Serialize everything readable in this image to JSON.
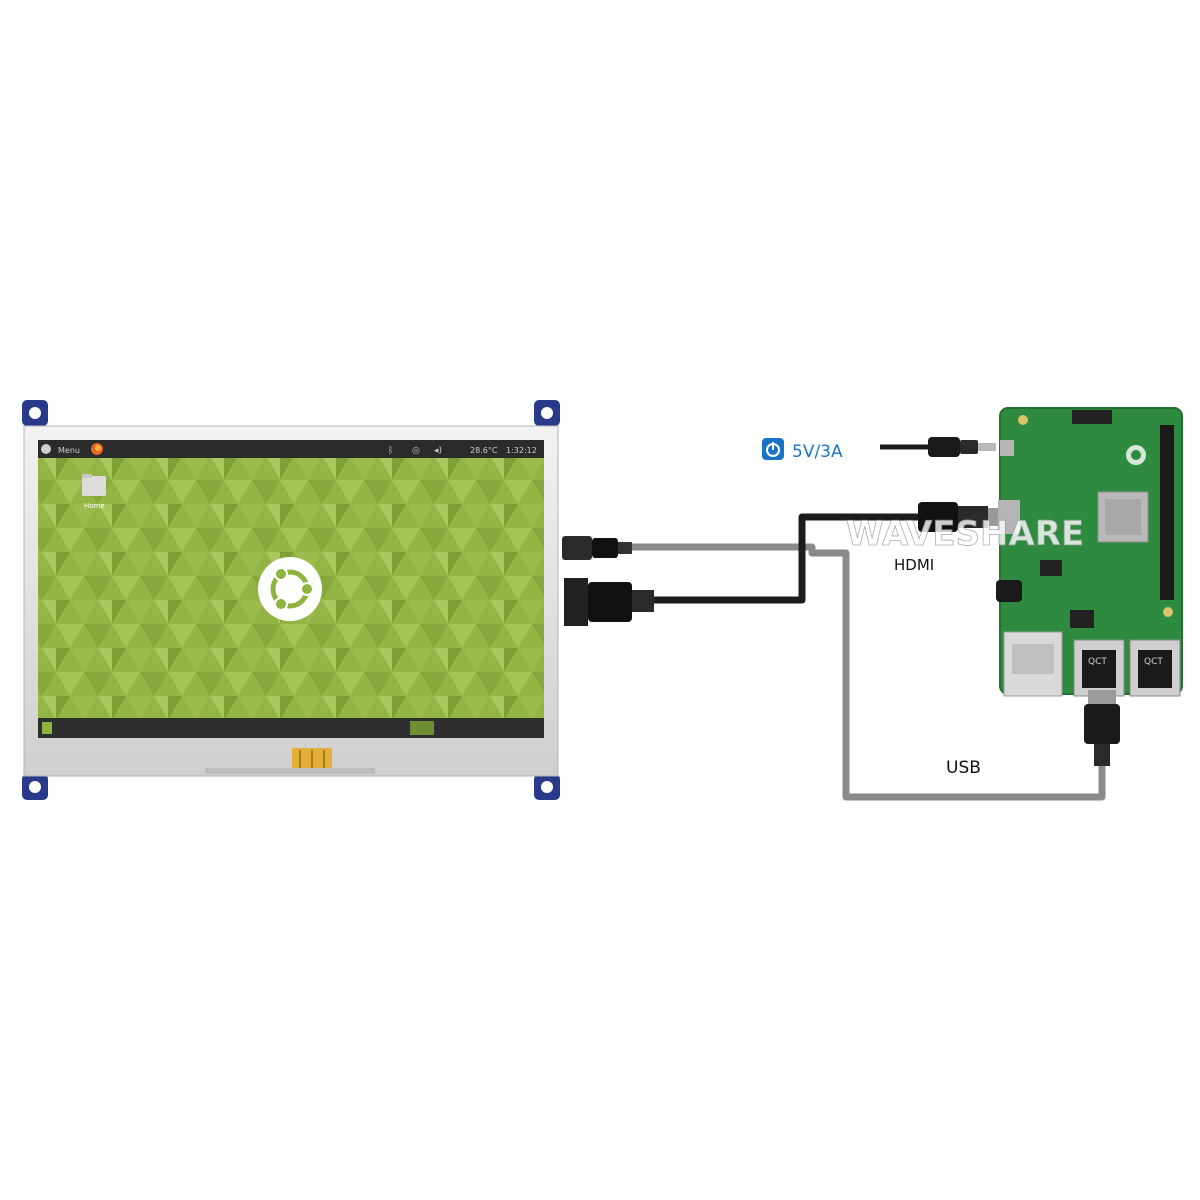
{
  "diagram": {
    "labels": {
      "power": "5V/3A",
      "hdmi": "HDMI",
      "usb": "USB",
      "watermark": "WAVESHARE"
    },
    "screen": {
      "user_name": "Menu",
      "clock": "1:32:12",
      "indicator": "28.6°C",
      "desktop_icon_label": "Home"
    },
    "board": {
      "port_label_1": "QCT",
      "port_label_2": "QCT"
    },
    "colors": {
      "power_icon": "#1a73c9",
      "wallpaper": "#8fb33f",
      "board_green": "#2e8a3e",
      "cable_dark": "#1c1c1c",
      "cable_grey": "#8a8a8a",
      "mount_blue": "#2a3a8a"
    },
    "icons": [
      "power-icon",
      "ubuntu-logo-icon",
      "firefox-icon",
      "bluetooth-icon",
      "wifi-icon",
      "volume-icon",
      "folder-icon"
    ]
  }
}
